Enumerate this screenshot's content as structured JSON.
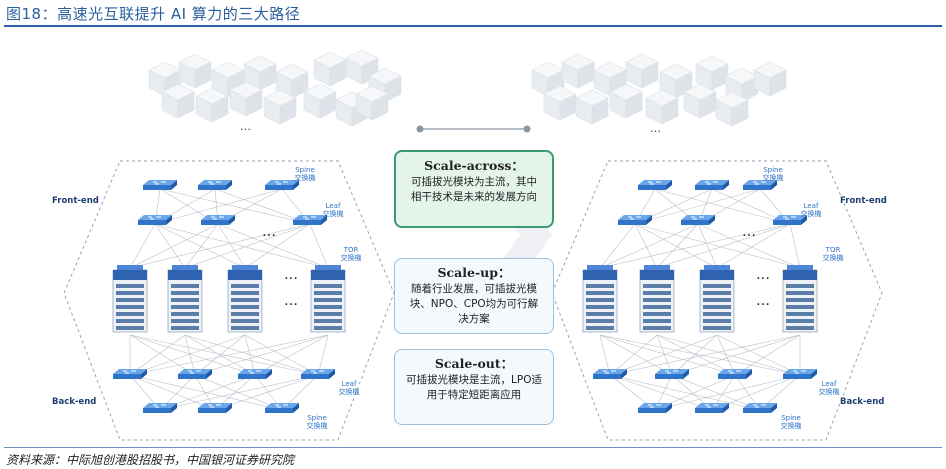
{
  "header": {
    "title": "图18：高速光互联提升 AI 算力的三大路径"
  },
  "source": "资料来源：中际旭创港股招股书，中国银河证券研究院",
  "boxes": {
    "across": {
      "title": "Scale-across：",
      "body": "可插拔光模块为主流，其中相干技术是未来的发展方向"
    },
    "up": {
      "title": "Scale-up：",
      "body": "随着行业发展，可插拔光模块、NPO、CPO均为可行解决方案"
    },
    "out": {
      "title": "Scale-out：",
      "body": "可插拔光模块是主流，LPO适用于特定短距离应用"
    }
  },
  "left_cluster": {
    "front_end": "Front-end",
    "back_end": "Back-end",
    "spine_top": {
      "line1": "Spine",
      "line2": "交换機"
    },
    "leaf_top": {
      "line1": "Leaf",
      "line2": "交换機"
    },
    "tor": {
      "line1": "TOR",
      "line2": "交换機"
    },
    "leaf_bottom": {
      "line1": "Leaf",
      "line2": "交换機"
    },
    "spine_bottom": {
      "line1": "Spine",
      "line2": "交换機"
    }
  },
  "right_cluster": {
    "front_end": "Front-end",
    "back_end": "Back-end",
    "spine_top": {
      "line1": "Spine",
      "line2": "交换機"
    },
    "leaf_top": {
      "line1": "Leaf",
      "line2": "交换機"
    },
    "tor": {
      "line1": "TOR",
      "line2": "交换機"
    },
    "leaf_bottom": {
      "line1": "Leaf",
      "line2": "交换機"
    },
    "spine_bottom": {
      "line1": "Spine",
      "line2": "交换機"
    }
  },
  "ellipsis": "…",
  "colors": {
    "title": "#2a5f9e",
    "switch": "#2f74c8",
    "rack": "#3b6fb6",
    "green_border": "#3a9a70"
  }
}
